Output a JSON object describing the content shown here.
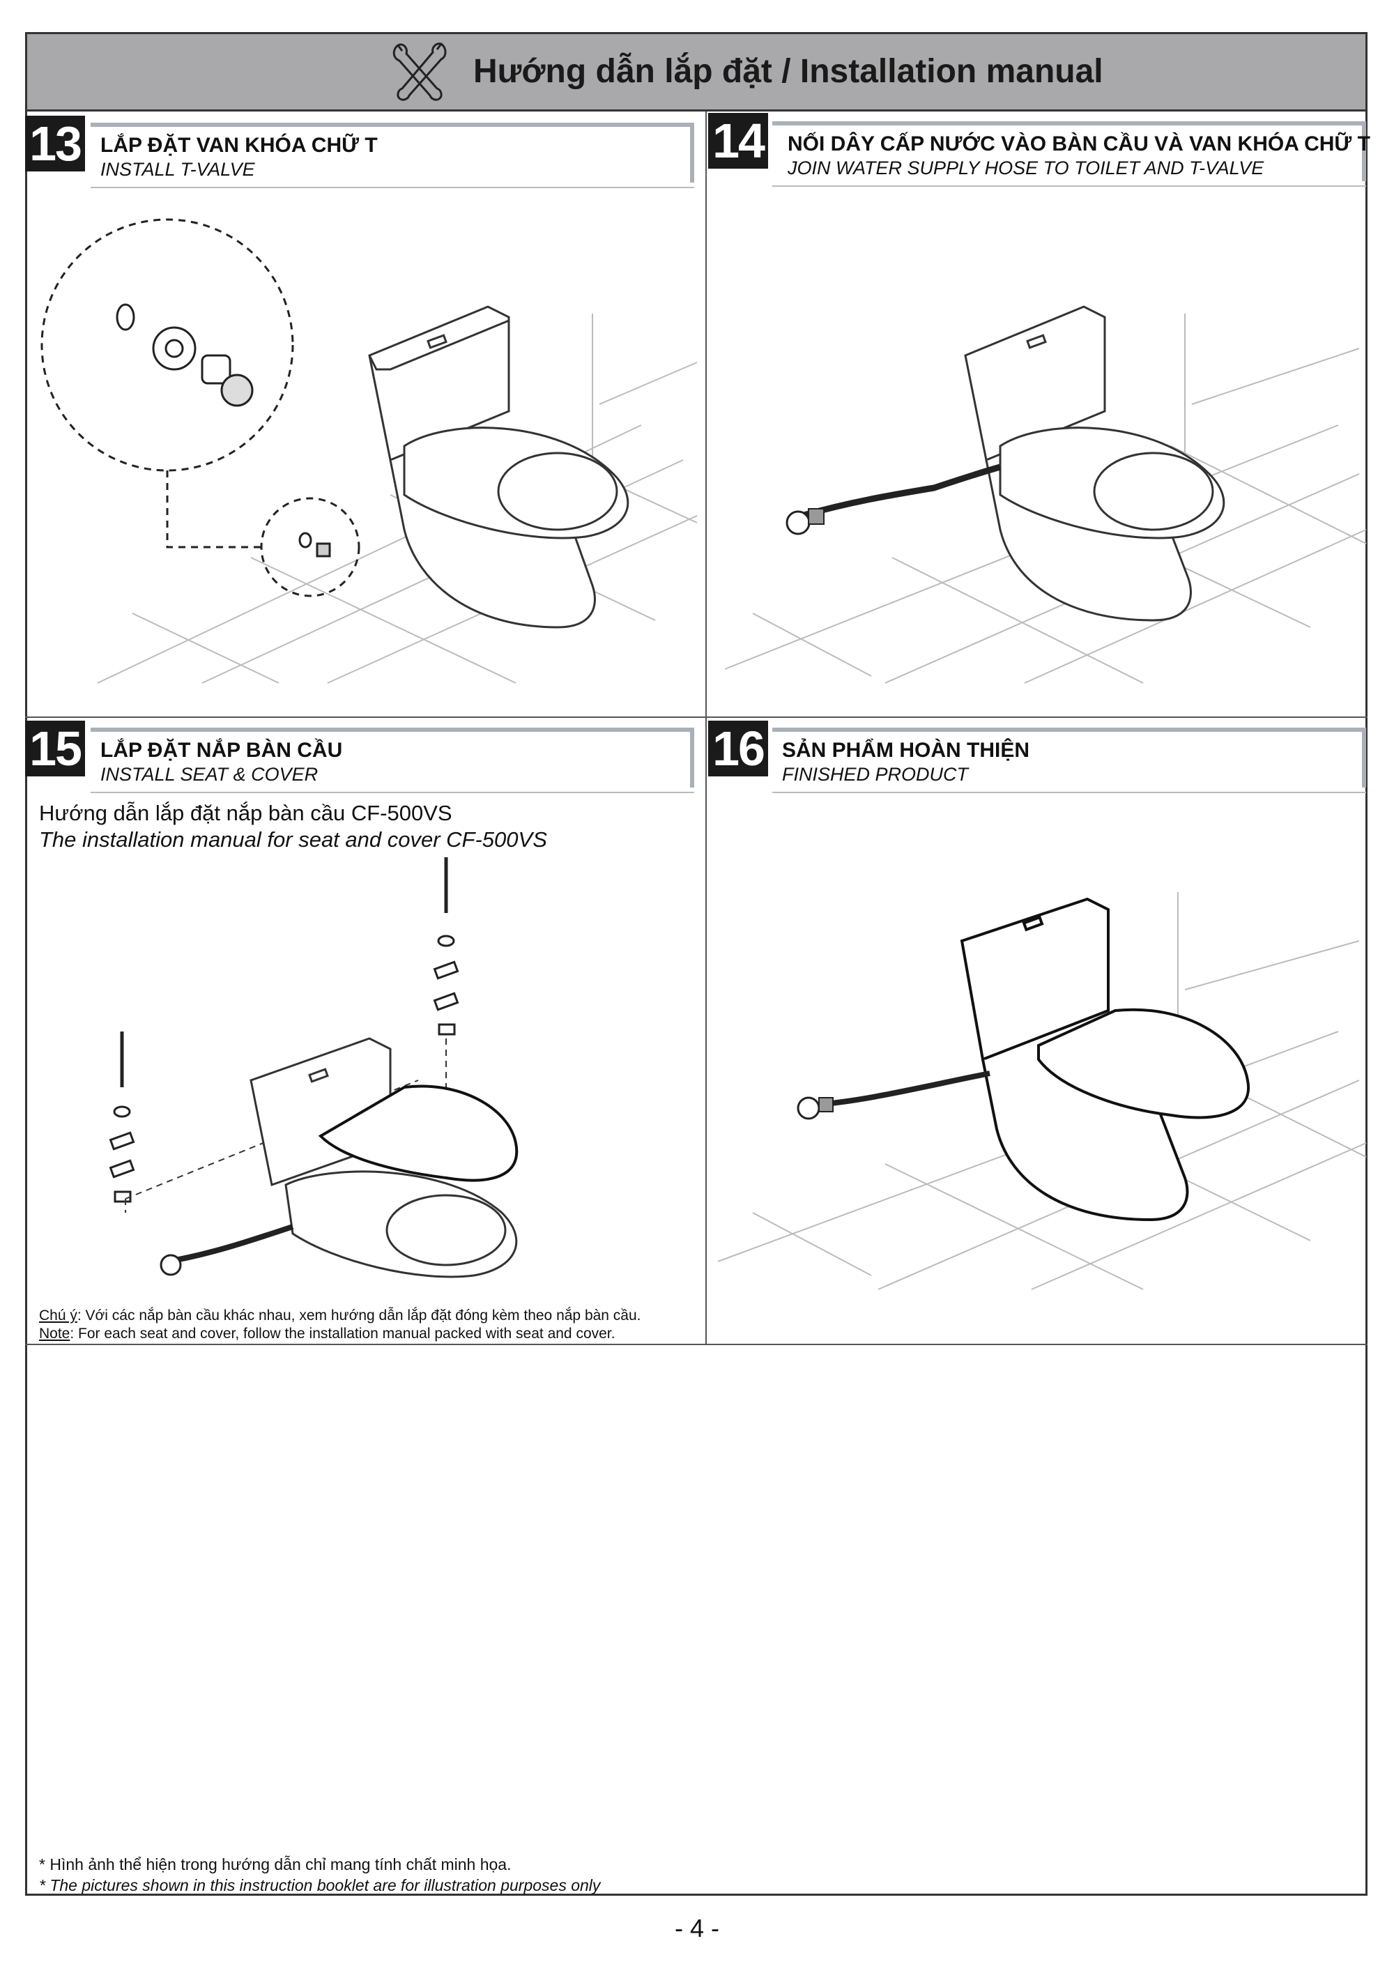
{
  "header": {
    "title": "Hướng dẫn lắp đặt / Installation manual",
    "icon": "tools-icon"
  },
  "steps": [
    {
      "number": "13",
      "title_vi": "LẮP ĐẶT VAN KHÓA CHỮ T",
      "title_en": "INSTALL T-VALVE"
    },
    {
      "number": "14",
      "title_vi": "NỐI DÂY CẤP NƯỚC VÀO BÀN CẦU VÀ VAN KHÓA CHỮ T",
      "title_en": "JOIN WATER SUPPLY HOSE TO TOILET AND T-VALVE"
    },
    {
      "number": "15",
      "title_vi": "LẮP ĐẶT NẮP BÀN CẦU",
      "title_en": "INSTALL SEAT & COVER"
    },
    {
      "number": "16",
      "title_vi": "SẢN PHẨM HOÀN THIỆN",
      "title_en": "FINISHED PRODUCT"
    }
  ],
  "step15": {
    "manual_ref_vi": "Hướng dẫn lắp đặt nắp bàn cầu CF-500VS",
    "manual_ref_en": "The installation manual for seat and cover CF-500VS",
    "note_vi_label": "Chú ý",
    "note_vi_text": ": Với các nắp bàn cầu khác nhau, xem hướng dẫn lắp đặt đóng kèm theo nắp bàn cầu.",
    "note_en_label": "Note",
    "note_en_text": ": For each seat and cover, follow the installation manual packed with seat and cover."
  },
  "footnote": {
    "vi": "* Hình ảnh thể hiện trong hướng dẫn chỉ mang tính chất minh họa.",
    "en": "* The pictures shown in this instruction booklet are for illustration purposes only"
  },
  "page_number": "- 4 -"
}
